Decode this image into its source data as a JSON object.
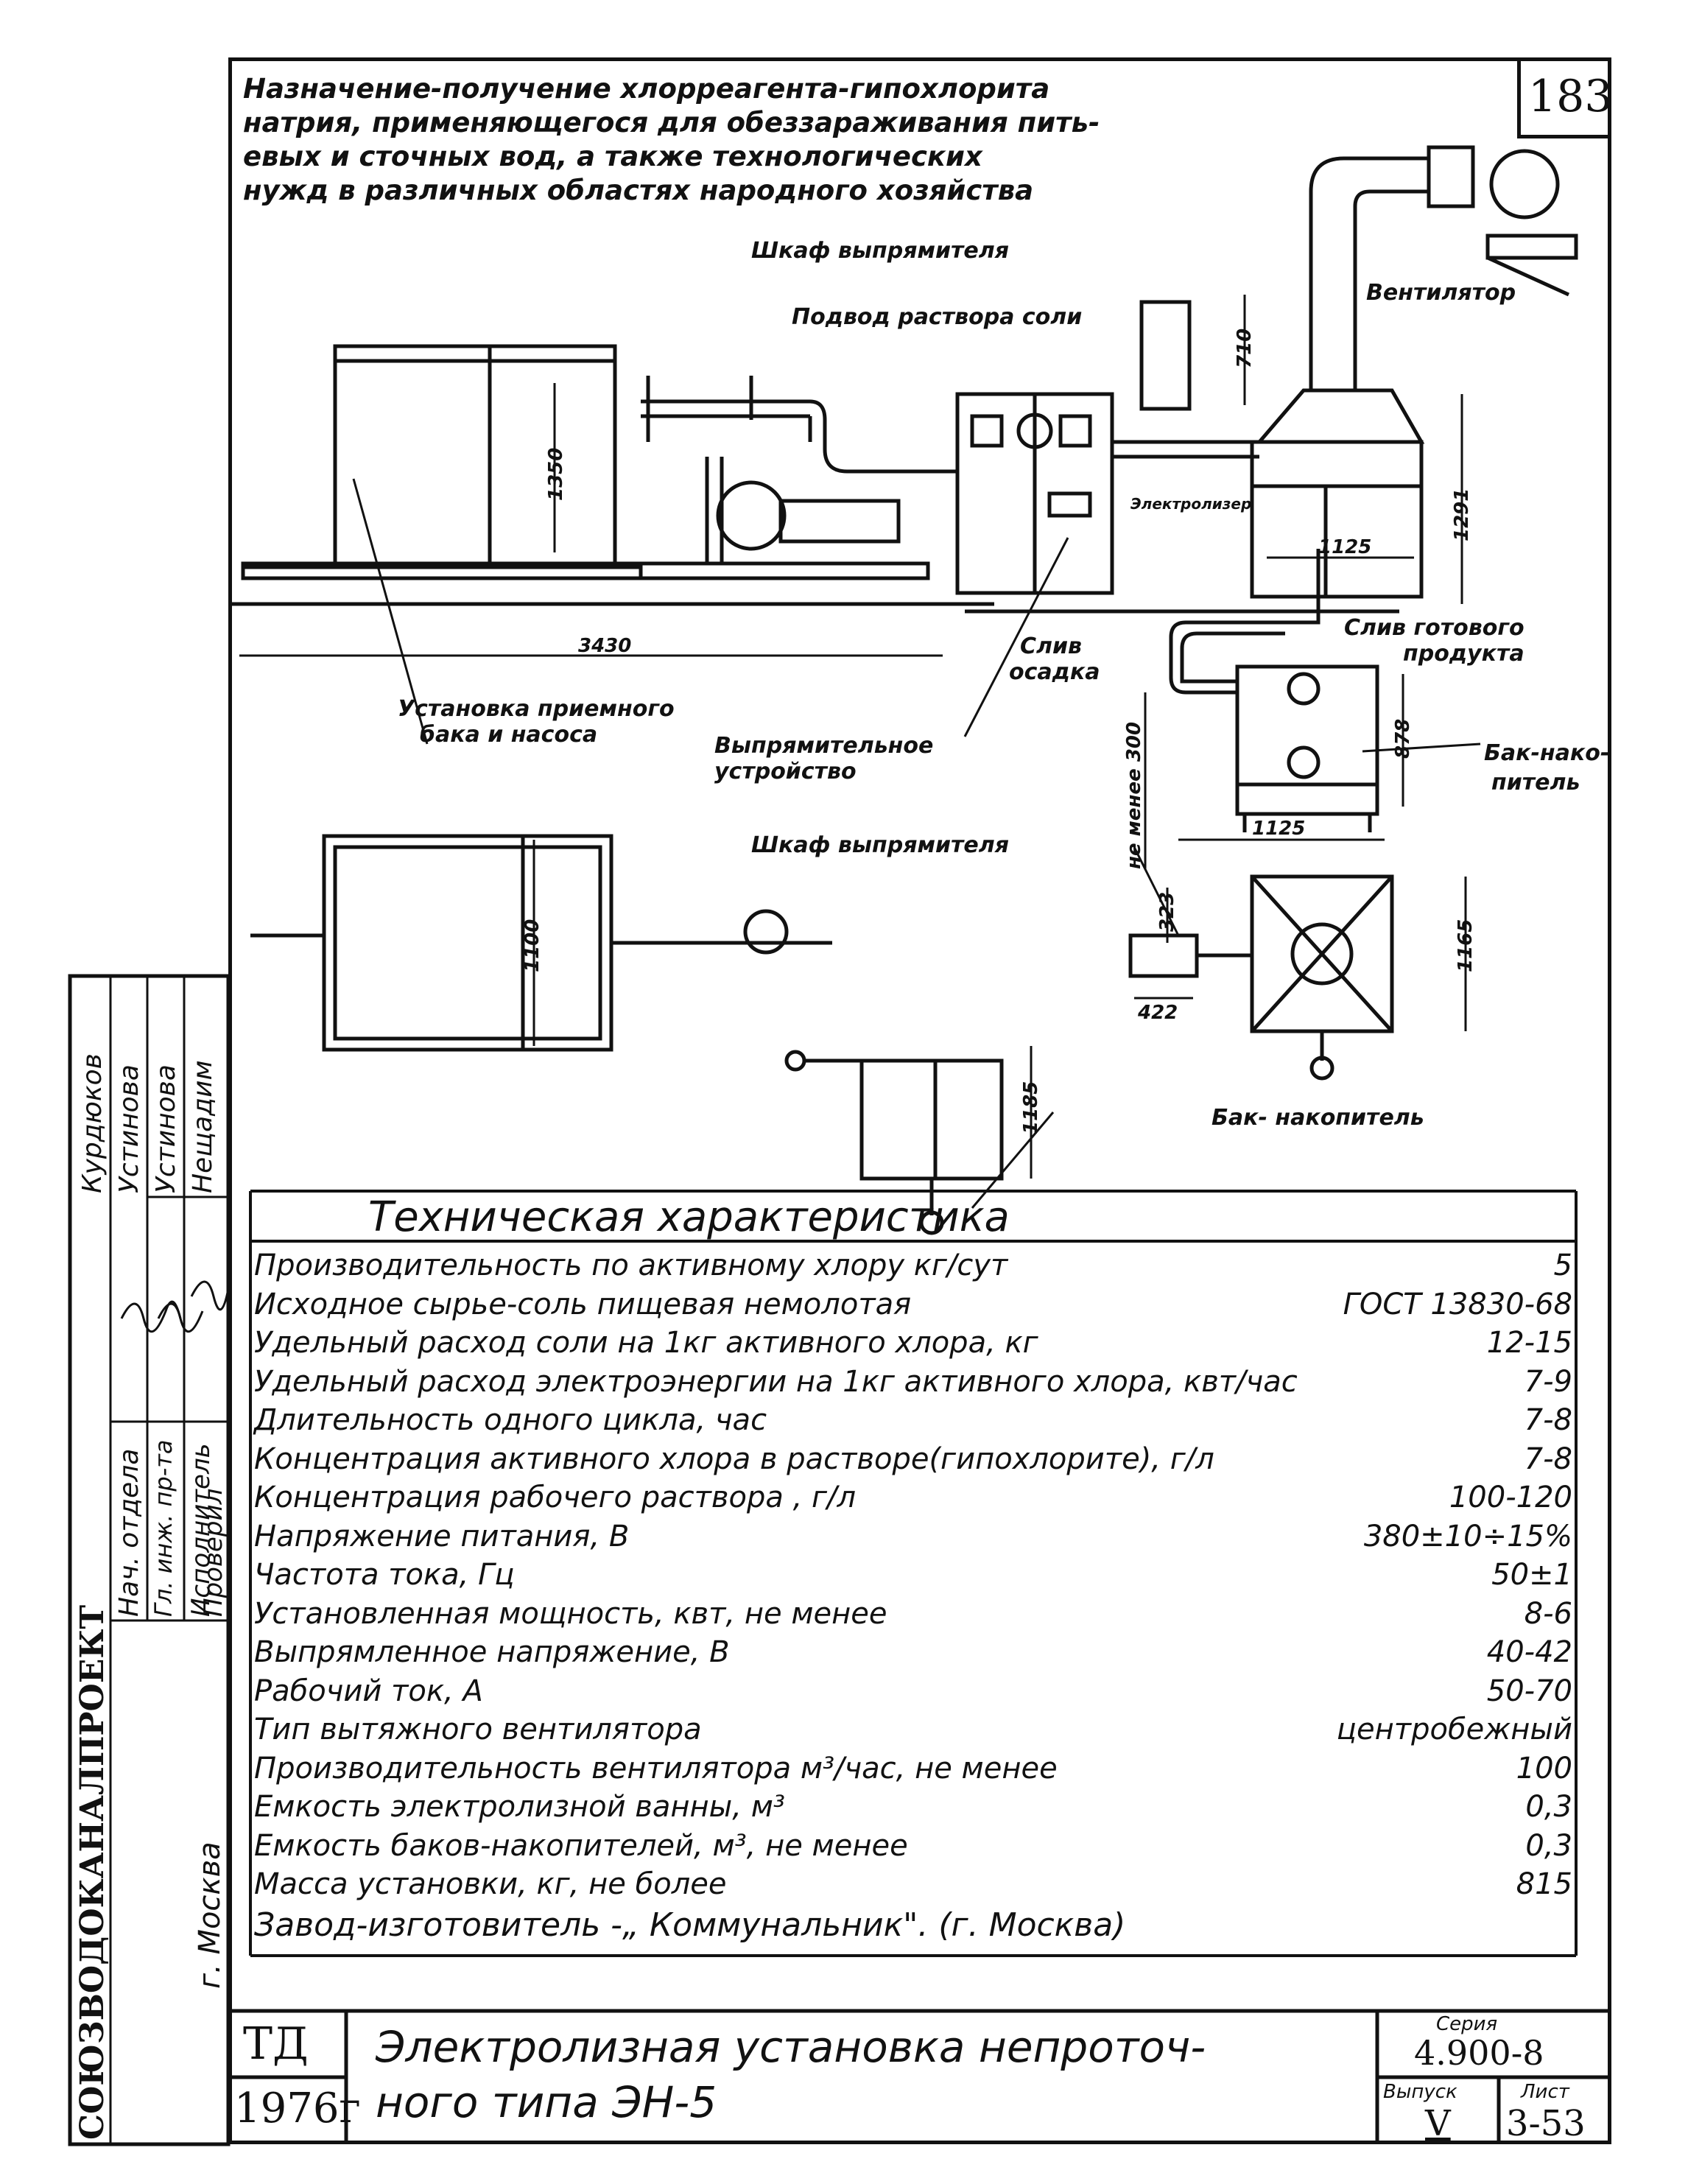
{
  "sheet_number": "183",
  "purpose": [
    "Назначение-получение хлорреагента-гипохлорита",
    "натрия, применяющегося для обеззараживания пить-",
    "евых и сточных вод, а также технологических",
    "нужд в различных областях народного хозяйства"
  ],
  "labels": {
    "rectifier_cabinet_top": "Шкаф выпрямителя",
    "salt_supply": "Подвод раствора соли",
    "fan": "Вентилятор",
    "electrolyzer": "Электролизер",
    "sludge_drain_1": "Слив",
    "sludge_drain_2": "осадка",
    "product_drain_1": "Слив готового",
    "product_drain_2": "продукта",
    "receiving_tank_1": "Установка приемного",
    "receiving_tank_2": "бака и насоса",
    "rectifier_device_1": "Выпрямительное",
    "rectifier_device_2": "устройство",
    "storage_tank_side_1": "Бак-нако-",
    "storage_tank_side_2": "питель",
    "rectifier_cabinet_plan": "Шкаф выпрямителя",
    "storage_tank_plan": "Бак- накопитель",
    "min_300": "не менее 300"
  },
  "dimensions": {
    "d3430": "3430",
    "d1350": "1350",
    "d710": "710",
    "d1291": "1291",
    "d1125a": "1125",
    "d878": "878",
    "d1125b": "1125",
    "d1100": "1100",
    "d323": "323",
    "d422": "422",
    "d1165": "1165",
    "d1185": "1185"
  },
  "spec": {
    "title": "Техническая характеристика",
    "rows": [
      {
        "k": "Производительность по активному хлору кг/сут",
        "v": "5"
      },
      {
        "k": "Исходное сырье-соль пищевая немолотая",
        "v": "ГОСТ 13830-68"
      },
      {
        "k": "Удельный расход соли на 1кг активного хлора, кг",
        "v": "12-15"
      },
      {
        "k": "Удельный расход электроэнергии на 1кг активного хлора, квт/час",
        "v": "7-9"
      },
      {
        "k": "Длительность одного цикла, час",
        "v": "7-8"
      },
      {
        "k": "Концентрация активного хлора в растворе(гипохлорите), г/л",
        "v": "7-8"
      },
      {
        "k": "Концентрация рабочего раствора , г/л",
        "v": "100-120"
      },
      {
        "k": "Напряжение питания, В",
        "v": "380±10÷15%"
      },
      {
        "k": "Частота тока, Гц",
        "v": "50±1"
      },
      {
        "k": "Установленная мощность, квт, не менее",
        "v": "8-6"
      },
      {
        "k": "Выпрямленное напряжение, В",
        "v": "40-42"
      },
      {
        "k": "Рабочий ток, А",
        "v": "50-70"
      },
      {
        "k": "Тип вытяжного вентилятора",
        "v": "центробежный"
      },
      {
        "k": "Производительность вентилятора м³/час, не менее",
        "v": "100"
      },
      {
        "k": "Емкость электролизной ванны, м³",
        "v": "0,3"
      },
      {
        "k": "Емкость баков-накопителей, м³, не менее",
        "v": "0,3"
      },
      {
        "k": "Масса установки, кг, не более",
        "v": "815"
      },
      {
        "k": "Завод-изготовитель -„ Коммунальник\". (г. Москва)",
        "v": ""
      }
    ]
  },
  "stamp": {
    "org": "СОЮЗВОДОКАНАЛПРОЕКТ",
    "city": "г. Москва",
    "roles": [
      "Нач. отдела",
      "Гл. инж. пр-та",
      "Исполнитель",
      "Проверил"
    ],
    "names": [
      "Курдюков",
      "Устинова",
      "Устинова",
      "Нещадим"
    ],
    "td": "ТД",
    "year": "1976г",
    "title_1": "Электролизная установка непроточ-",
    "title_2": "ного типа   ЭН-5",
    "series_label": "Серия",
    "series_value": "4.900-8",
    "issue_label": "Выпуск",
    "issue_value": "V",
    "sheet_label": "Лист",
    "sheet_value": "3-53"
  }
}
